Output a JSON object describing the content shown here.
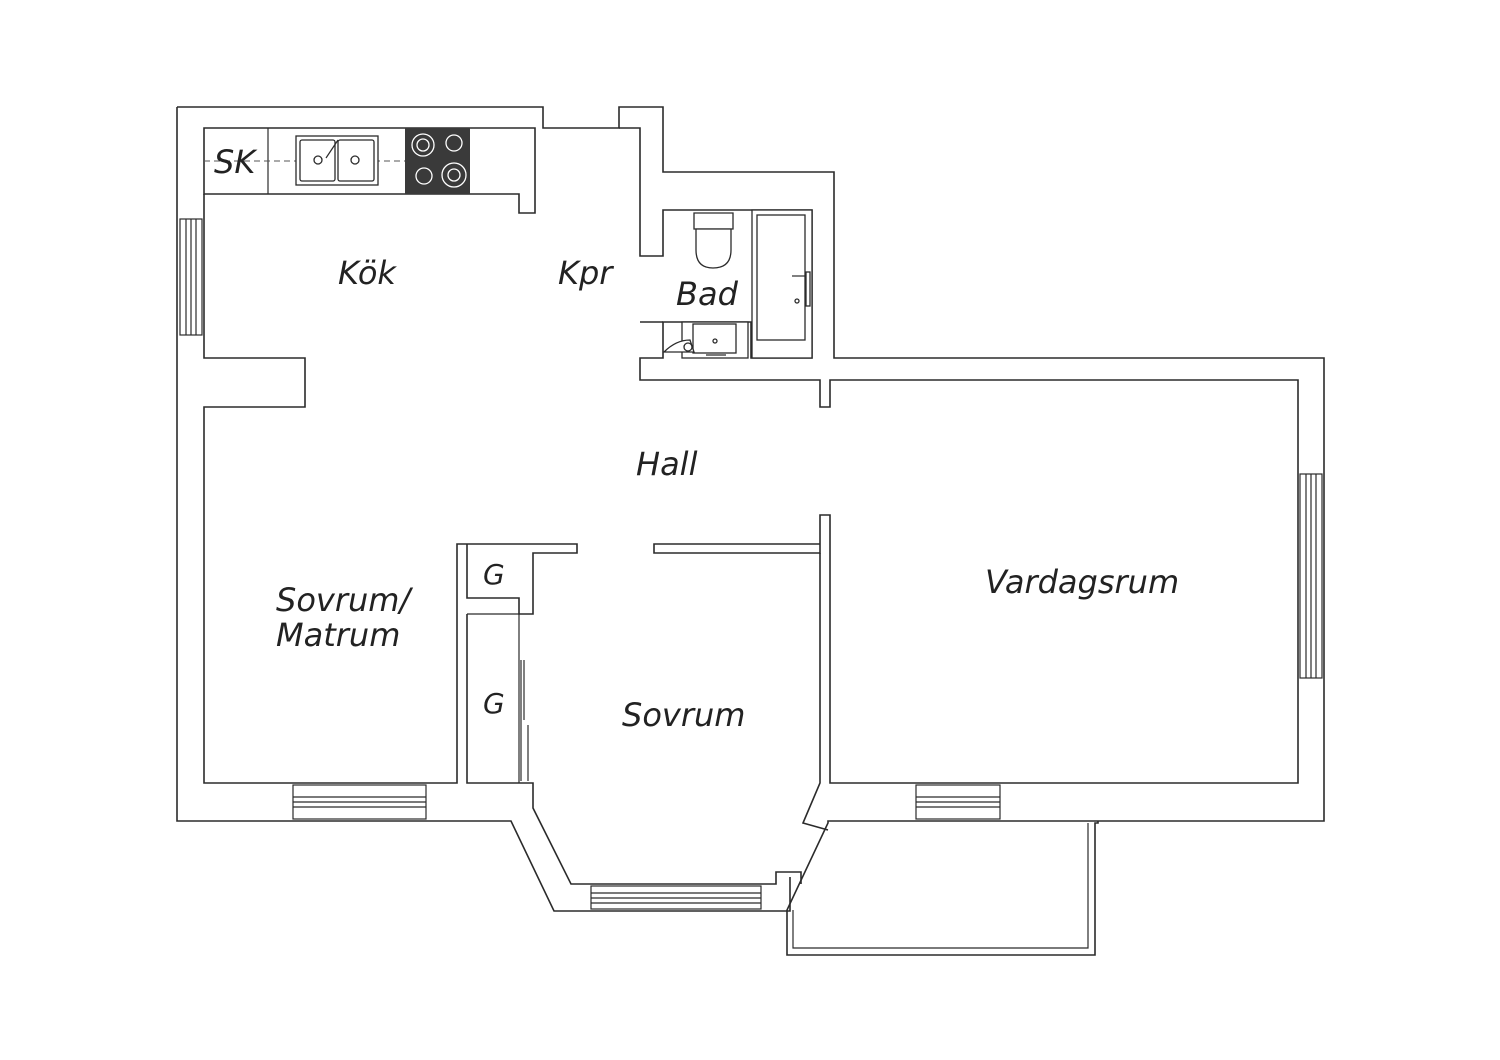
{
  "rooms": {
    "kok": "Kök",
    "kpr": "Kpr",
    "bad": "Bad",
    "hall": "Hall",
    "sovrum_matrum_line1": "Sovrum/",
    "sovrum_matrum_line2": "Matrum",
    "sovrum": "Sovrum",
    "vardagsrum": "Vardagsrum"
  },
  "fixtures": {
    "cabinet": "SK",
    "closet_upper": "G",
    "closet_lower": "G"
  },
  "colors": {
    "wall": "#2b2b2b",
    "stove": "#3a3a3a"
  }
}
